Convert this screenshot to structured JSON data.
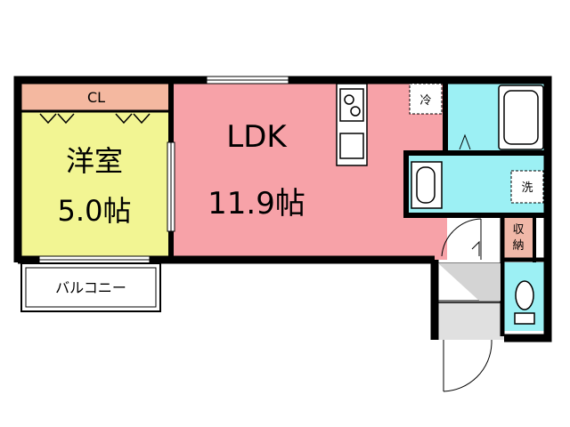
{
  "floor_plan": {
    "closet": {
      "label": "CL"
    },
    "western_room": {
      "name": "洋室",
      "size": "5.0帖"
    },
    "ldk": {
      "name": "LDK",
      "size": "11.9帖"
    },
    "fridge": {
      "label": "冷"
    },
    "washer": {
      "label": "洗"
    },
    "storage": {
      "label": "収納"
    },
    "balcony": {
      "label": "バルコニー"
    }
  },
  "colors": {
    "wall": "#000000",
    "ldk_fill": "#f7a2a8",
    "western_fill": "#f2f593",
    "closet_fill": "#f4b8a0",
    "wet_fill": "#9cf0f4",
    "entry_fill": "#e0e0e0",
    "storage_fill": "#f0b8a8"
  }
}
